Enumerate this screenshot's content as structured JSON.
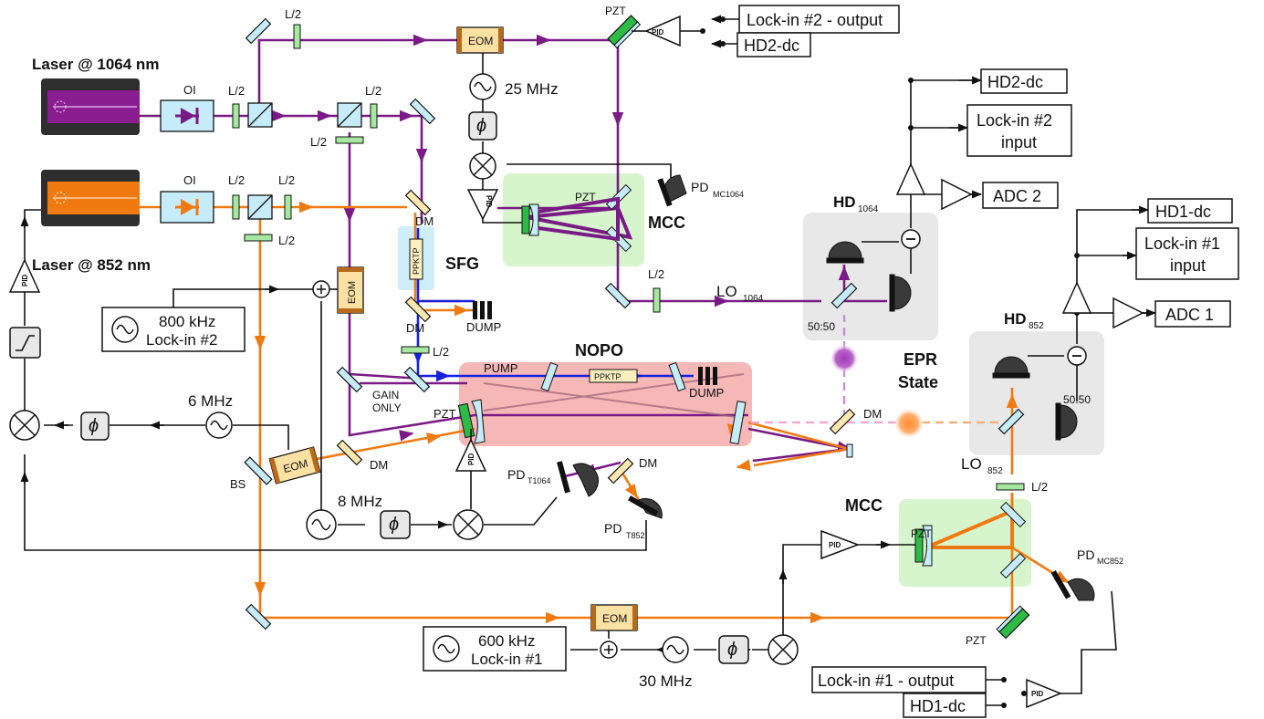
{
  "lasers": {
    "l1064": "Laser @ 1064 nm",
    "l852": "Laser @ 852 nm"
  },
  "optics": {
    "oi": "OI",
    "half_wave": "L/2",
    "eom": "EOM",
    "dm": "DM",
    "dump": "DUMP",
    "pzt": "PZT",
    "ppktp": "PPKTP",
    "pump": "PUMP",
    "bs": "BS",
    "gain_only_1": "GAIN",
    "gain_only_2": "ONLY",
    "ratio": "50:50",
    "pid": "PID"
  },
  "blocks": {
    "sfg": "SFG",
    "nopo": "NOPO",
    "mcc": "MCC",
    "epr_1": "EPR",
    "epr_2": "State",
    "hd": "HD",
    "hd1064_sub": "1064",
    "hd852_sub": "852",
    "lo": "LO",
    "lo1064_sub": "1064",
    "lo852_sub": "852"
  },
  "detectors": {
    "pd": "PD",
    "mc1064": "MC1064",
    "mc852": "MC852",
    "t1064": "T1064",
    "t852": "T852"
  },
  "electronics": {
    "f25": "25 MHz",
    "f6": "6 MHz",
    "f8": "8 MHz",
    "f30": "30 MHz",
    "osc800_1": "800 kHz",
    "osc800_2": "Lock-in #2",
    "osc600_1": "600 kHz",
    "osc600_2": "Lock-in #1",
    "lockin2_output": "Lock-in #2 - output",
    "hd2dc": "HD2-dc",
    "lockin2_input_1": "Lock-in #2",
    "lockin2_input_2": "input",
    "adc2": "ADC 2",
    "hd1dc": "HD1-dc",
    "lockin1_input_1": "Lock-in #1",
    "lockin1_input_2": "input",
    "adc1": "ADC 1",
    "lockin1_output": "Lock-in #1 - output",
    "phi": "ϕ"
  },
  "colors": {
    "purple": "#7a1a86",
    "orange": "#f07a10",
    "blue": "#1520e0",
    "nopo_bg": "#f6b7b7",
    "mcc_bg": "#d6f5cc",
    "hd_bg": "#e8e8e8",
    "sfg_bg": "#cdeefa"
  }
}
